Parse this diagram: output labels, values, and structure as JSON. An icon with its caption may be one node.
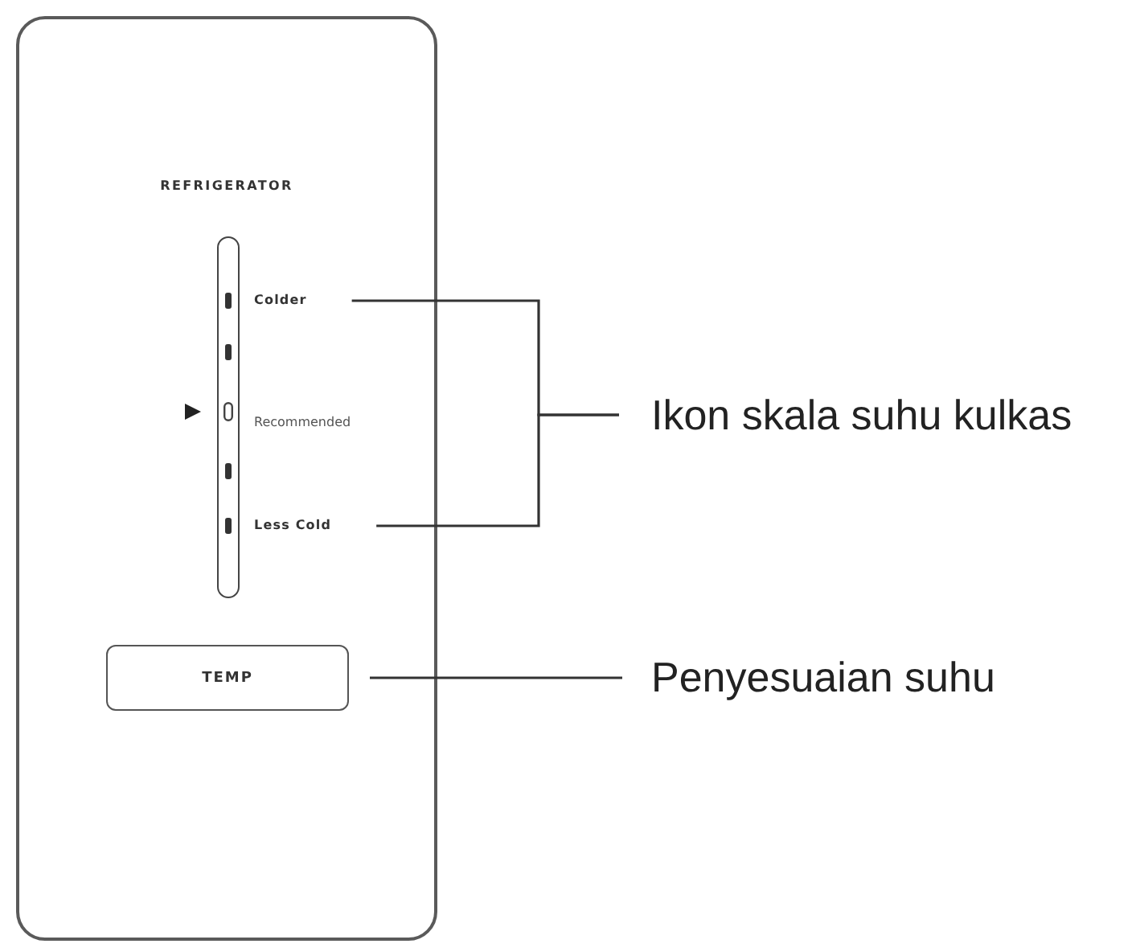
{
  "diagram": {
    "nodes": [
      {
        "text": [
          "REFRIGERATOR"
        ]
      },
      {
        "text": [
          "Colder"
        ],
        "in": 0
      },
      {
        "text": [
          "Less Cold"
        ],
        "in": 0
      },
      {
        "text": [
          "TEMP"
        ],
        "in": 0
      },
      {
        "text": [
          "Ikon skala suhu kulkas"
        ]
      },
      {
        "text": [
          "Penyesuaian suhu"
        ]
      }
    ],
    "edges": [
      {
        "from": 4,
        "to": 1,
        "arrow": "none"
      },
      {
        "from": 4,
        "to": 2,
        "arrow": "none"
      },
      {
        "from": 5,
        "to": 3,
        "arrow": "none"
      }
    ],
    "labels": [
      "Recommended"
    ]
  }
}
